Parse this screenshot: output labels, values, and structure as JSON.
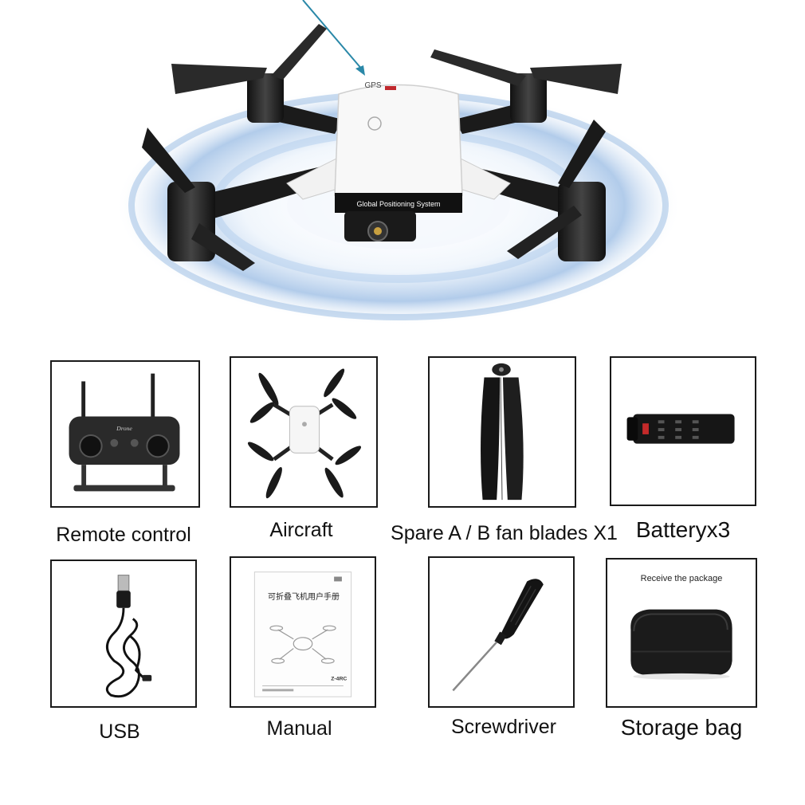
{
  "hero": {
    "drone_label": "Global Positioning System",
    "brand_mark": "GPS"
  },
  "items": [
    {
      "caption": "Remote control",
      "icon": "remote-control-icon"
    },
    {
      "caption": "Aircraft",
      "icon": "aircraft-icon"
    },
    {
      "caption": "Spare A / B fan blades X1",
      "icon": "fan-blade-icon"
    },
    {
      "caption": "Batteryx3",
      "icon": "battery-icon"
    },
    {
      "caption": "USB",
      "icon": "usb-cable-icon"
    },
    {
      "caption": "Manual",
      "icon": "manual-icon"
    },
    {
      "caption": "Screwdriver",
      "icon": "screwdriver-icon"
    },
    {
      "caption": "Storage bag",
      "icon": "storage-bag-icon"
    }
  ],
  "manual": {
    "title": "可折叠飞机用户手册"
  },
  "storage_bag": {
    "label": "Receive the package"
  }
}
